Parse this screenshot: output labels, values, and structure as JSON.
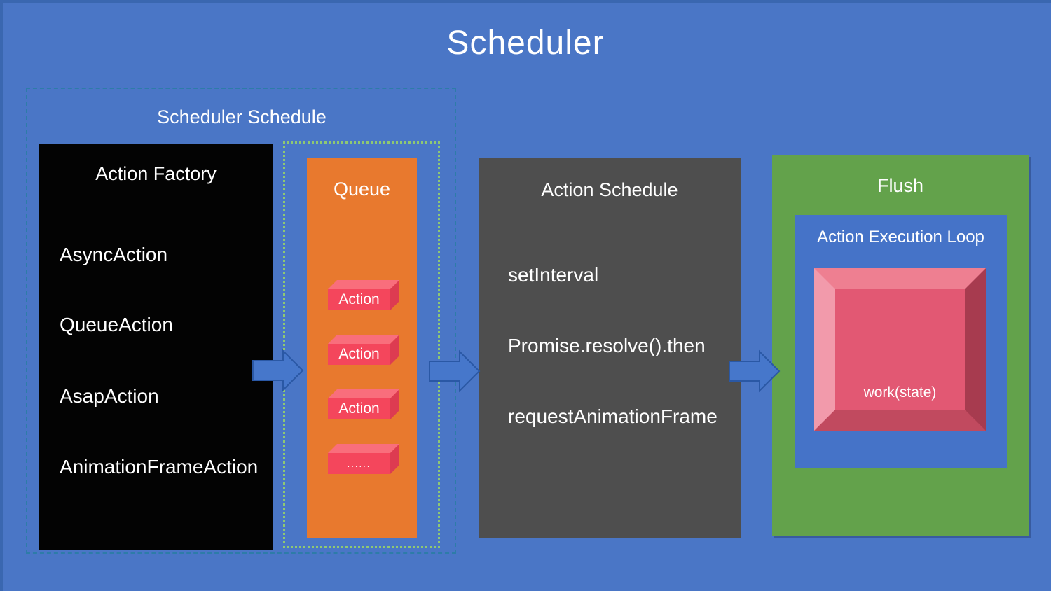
{
  "title": "Scheduler",
  "colors": {
    "background": "#4a76c6",
    "dashed_border": "#2d7ca8",
    "dotted_border": "#8fc873",
    "action_factory_bg": "#030303",
    "queue_bg": "#e8792e",
    "action_schedule_bg": "#4e4e4e",
    "flush_bg": "#63a24b",
    "execution_loop_bg": "#4573c8",
    "action_block": "#f4465c",
    "work_box_face": "#e25873",
    "arrow_fill": "#4677cb",
    "arrow_stroke": "#2a58a5",
    "text": "#ffffff"
  },
  "scheduler_schedule": {
    "label": "Scheduler Schedule",
    "action_factory": {
      "title": "Action Factory",
      "items": [
        "AsyncAction",
        "QueueAction",
        "AsapAction",
        "AnimationFrameAction"
      ]
    },
    "queue": {
      "title": "Queue",
      "blocks": [
        "Action",
        "Action",
        "Action",
        "......"
      ]
    }
  },
  "action_schedule": {
    "title": "Action Schedule",
    "items": [
      "setInterval",
      "Promise.resolve().then",
      "requestAnimationFrame"
    ]
  },
  "flush": {
    "title": "Flush",
    "execution_loop": {
      "title": "Action Execution Loop",
      "work_label": "work(state)"
    }
  },
  "icons": {
    "flow_arrow": "right-arrow"
  }
}
